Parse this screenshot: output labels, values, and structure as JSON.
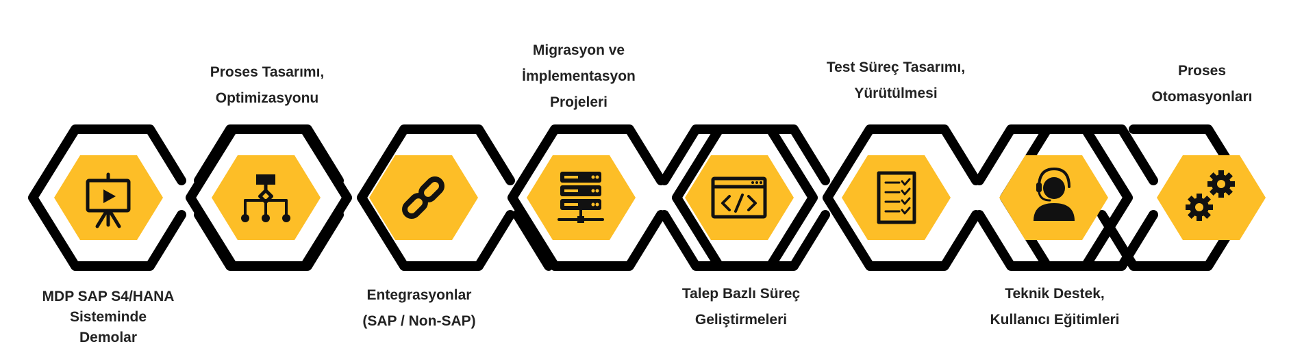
{
  "colors": {
    "outline": "#000000",
    "fill": "#FDBE27",
    "icon": "#111111",
    "text": "#222222"
  },
  "steps": [
    {
      "label_lines": [
        "MDP SAP S4/HANA",
        "Sisteminde",
        "Demolar"
      ],
      "label_position": "bottom",
      "icon": "presentation-board-icon"
    },
    {
      "label_lines": [
        "Proses Tasarımı,",
        "Optimizasyonu"
      ],
      "label_position": "top",
      "icon": "process-hierarchy-icon"
    },
    {
      "label_lines": [
        "Entegrasyonlar",
        "(SAP / Non-SAP)"
      ],
      "label_position": "bottom",
      "icon": "chain-link-icon"
    },
    {
      "label_lines": [
        "Migrasyon ve",
        "İmplementasyon",
        "Projeleri"
      ],
      "label_position": "top",
      "icon": "server-stack-icon"
    },
    {
      "label_lines": [
        "Talep Bazlı Süreç",
        "Geliştirmeleri"
      ],
      "label_position": "bottom",
      "icon": "code-window-icon"
    },
    {
      "label_lines": [
        "Test Süreç Tasarımı,",
        "Yürütülmesi"
      ],
      "label_position": "top",
      "icon": "checklist-icon"
    },
    {
      "label_lines": [
        "Teknik Destek,",
        "Kullanıcı Eğitimleri"
      ],
      "label_position": "bottom",
      "icon": "support-agent-icon"
    },
    {
      "label_lines": [
        "Proses",
        "Otomasyonları"
      ],
      "label_position": "top",
      "icon": "gears-icon"
    }
  ]
}
